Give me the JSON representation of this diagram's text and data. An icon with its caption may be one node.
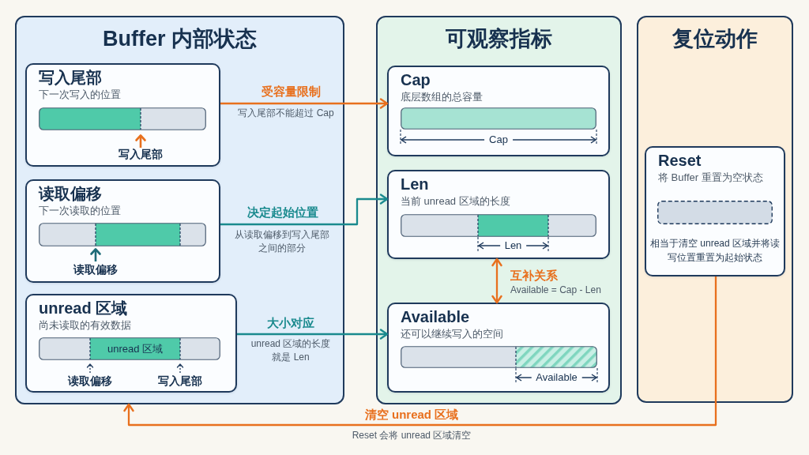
{
  "diagram": {
    "nodes": [
      {
        "text": [
          "Buffer 内部状态"
        ]
      },
      {
        "text": [
          "写入尾部",
          "下一次写入的位置",
          "写入尾部"
        ],
        "in": 0
      },
      {
        "text": [
          "读取偏移",
          "下一次读取的位置",
          "读取偏移"
        ],
        "in": 0
      },
      {
        "text": [
          "unread 区域",
          "尚未读取的有效数据",
          "unread 区域",
          "读取偏移",
          "写入尾部"
        ],
        "in": 0
      },
      {
        "text": [
          "可观察指标"
        ]
      },
      {
        "text": [
          "Cap",
          "底层数组的总容量",
          "Cap"
        ],
        "in": 4
      },
      {
        "text": [
          "Len",
          "当前 unread 区域的长度",
          "Len"
        ],
        "in": 4
      },
      {
        "text": [
          "Available",
          "还可以继续写入的空间",
          "Available"
        ],
        "in": 4
      },
      {
        "text": [
          "复位动作"
        ]
      },
      {
        "text": [
          "Reset",
          "将 Buffer 重置为空状态",
          "相当于清空 unread 区域并将读写位置重置为起始状态"
        ],
        "in": 8
      }
    ],
    "edges": [
      {
        "from": 1,
        "to": 5,
        "arrow": "to",
        "label": "受容量限制",
        "color": "#e8701e"
      },
      {
        "from": 2,
        "to": 6,
        "arrow": "to",
        "label": "决定起始位置",
        "color": "#1a8a8e"
      },
      {
        "from": 3,
        "to": 7,
        "arrow": "to",
        "label": "大小对应",
        "color": "#1a8a8e"
      },
      {
        "from": 6,
        "to": 7,
        "arrow": "both",
        "label": "互补关系",
        "color": "#e8701e"
      },
      {
        "from": 9,
        "to": 0,
        "arrow": "to",
        "label": "清空 unread 区域",
        "color": "#e8701e"
      }
    ],
    "labels": [
      "写入尾部不能超过 Cap",
      "从读取偏移到写入尾部之间的部分",
      "Available = Cap - Len",
      "unread 区域的长度就是 Len",
      "Reset 会将 unread 区域清空"
    ]
  }
}
